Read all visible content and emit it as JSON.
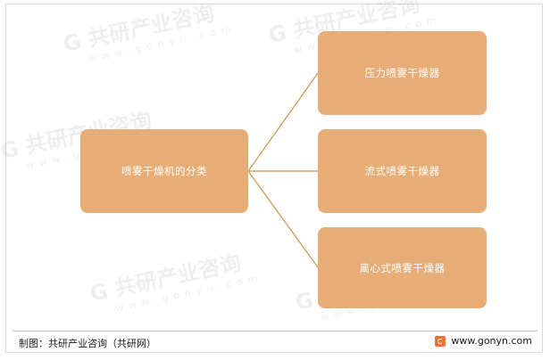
{
  "diagram": {
    "root": {
      "label": "喷雾干燥机的分类"
    },
    "children": [
      {
        "label": "压力喷雾干燥器"
      },
      {
        "label": "流式喷雾干燥器"
      },
      {
        "label": "离心式喷雾干燥器"
      }
    ],
    "node_color": "#e6ad76",
    "connector_color": "#c9954f"
  },
  "footer": {
    "source": "制图：共研产业咨询（共研网）",
    "site": "www.gonyn.com"
  },
  "watermark": {
    "brand": "G 共研产业咨询",
    "url": "www.gonyn.com"
  }
}
